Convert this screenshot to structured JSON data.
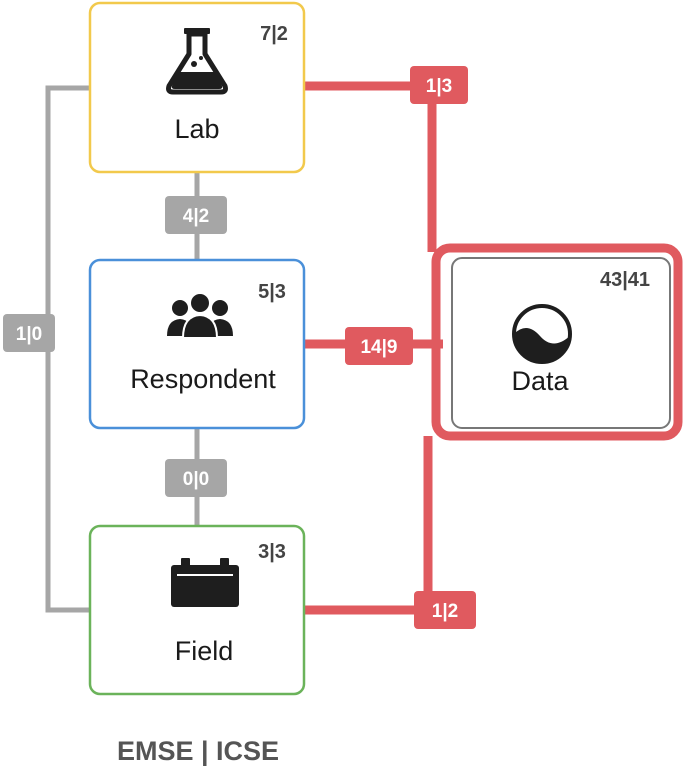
{
  "nodes": {
    "lab": {
      "label": "Lab",
      "count": "7|2",
      "icon": "flask-icon",
      "border_color": "#f2c94c"
    },
    "respondent": {
      "label": "Respondent",
      "count": "5|3",
      "icon": "people-icon",
      "border_color": "#4a90d9"
    },
    "field": {
      "label": "Field",
      "count": "3|3",
      "icon": "briefcase-icon",
      "border_color": "#6bb35a"
    },
    "data": {
      "label": "Data",
      "count": "43|41",
      "icon": "data-wave-icon",
      "border_color": "#e05a5f"
    }
  },
  "edges": {
    "lab_respondent": "4|2",
    "respondent_field": "0|0",
    "lab_field": "1|0",
    "lab_data": "1|3",
    "respondent_data": "14|9",
    "field_data": "1|2"
  },
  "colors": {
    "gray_edge": "#a6a6a6",
    "red_edge": "#e05a5f"
  },
  "footer": "EMSE | ICSE"
}
